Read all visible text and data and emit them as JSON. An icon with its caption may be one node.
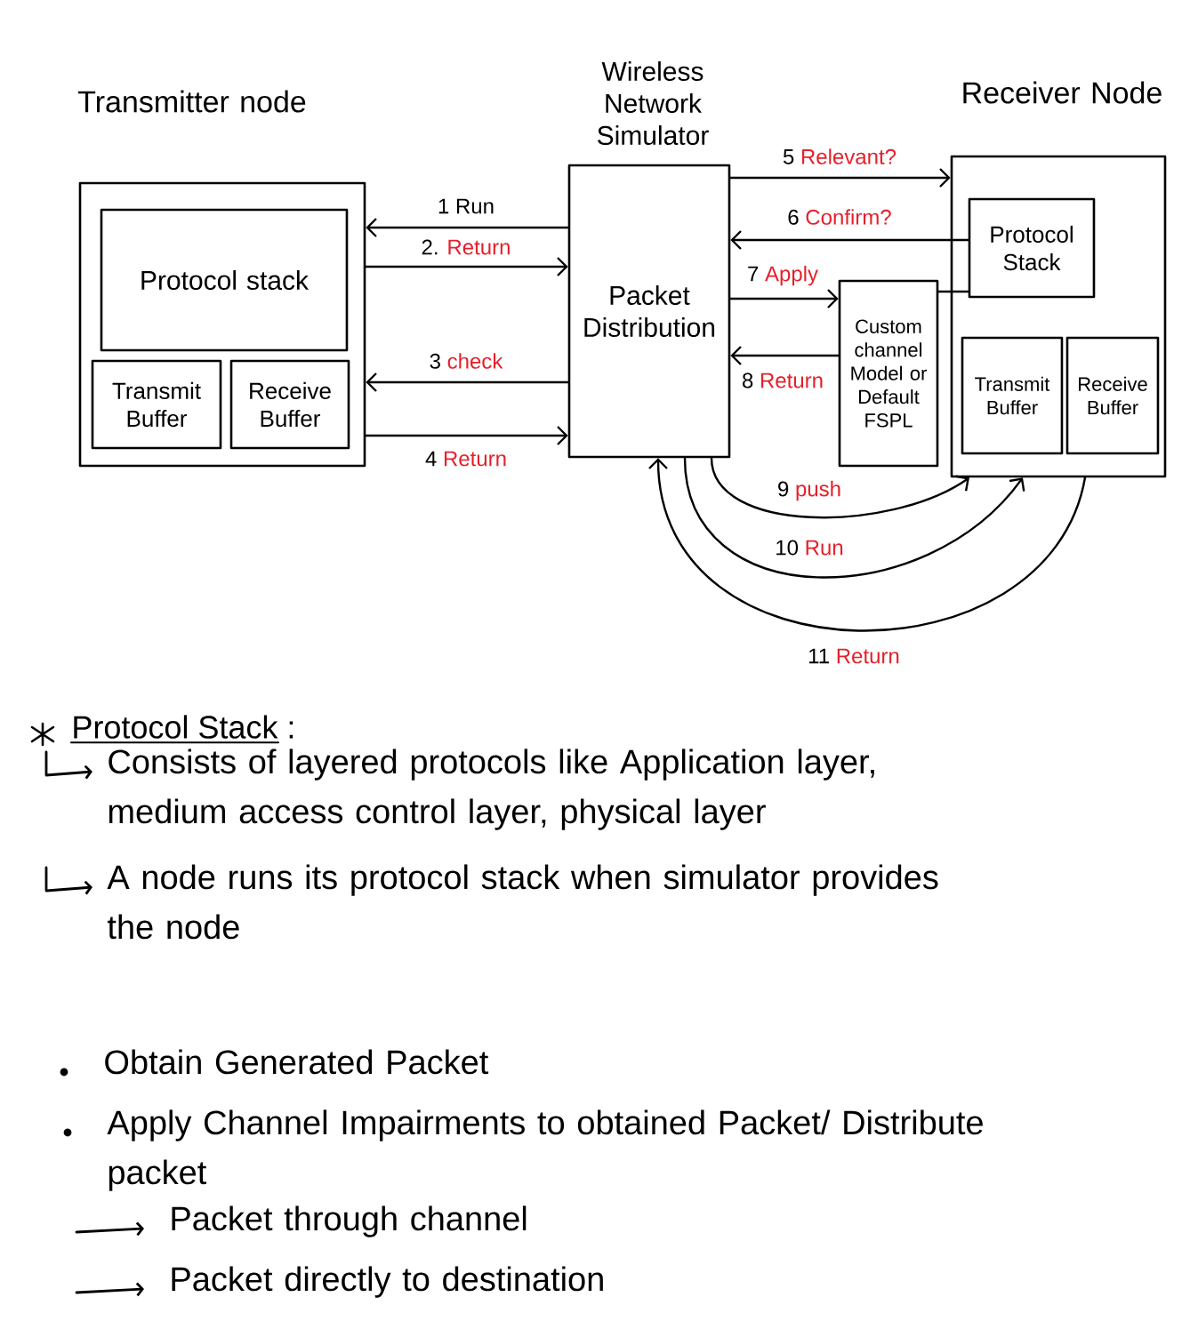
{
  "diagram": {
    "nodes": [
      {
        "text": [
          "Transmitter node"
        ]
      },
      {
        "text": [
          "Protocol stack"
        ],
        "in": 0
      },
      {
        "text": [
          "Transmit Buffer"
        ],
        "in": 0
      },
      {
        "text": [
          "Receive Buffer"
        ],
        "in": 0
      },
      {
        "text": [
          "Wireless Network Simulator",
          "Packet Distribution"
        ]
      },
      {
        "text": [
          "Custom channel Model or Default FSPL"
        ]
      },
      {
        "text": [
          "Receiver Node"
        ]
      },
      {
        "text": [
          "Protocol Stack"
        ],
        "in": 6
      },
      {
        "text": [
          "Transmit Buffer"
        ],
        "in": 6
      },
      {
        "text": [
          "Receive Buffer"
        ],
        "in": 6
      }
    ],
    "edges": [
      {
        "from": 4,
        "to": 0,
        "arrow": "to",
        "label": "1 Run"
      },
      {
        "from": 0,
        "to": 4,
        "arrow": "to",
        "label": "2. Return"
      },
      {
        "from": 4,
        "to": 0,
        "arrow": "to",
        "label": "3 check"
      },
      {
        "from": 0,
        "to": 4,
        "arrow": "to",
        "label": "4 Return"
      },
      {
        "from": 4,
        "to": 6,
        "arrow": "to",
        "label": "5 Relevant?"
      },
      {
        "from": 7,
        "to": 4,
        "arrow": "to",
        "label": "6 Confirm?"
      },
      {
        "from": 4,
        "to": 5,
        "arrow": "to",
        "label": "7 Apply"
      },
      {
        "from": 5,
        "to": 4,
        "arrow": "to",
        "label": "8 Return"
      },
      {
        "from": 4,
        "to": 6,
        "arrow": "to",
        "label": "9 push"
      },
      {
        "from": 4,
        "to": 6,
        "arrow": "to",
        "label": "10 Run"
      },
      {
        "from": 6,
        "to": 4,
        "arrow": "to",
        "label": "11 Return"
      },
      {
        "from": 5,
        "to": 7,
        "arrow": "none"
      }
    ],
    "labels": [
      "Protocol Stack :",
      "Consists of layered protocols like Application layer, medium access control layer, physical layer",
      "A node runs its protocol stack when simulator provides the node",
      "Obtain Generated Packet",
      "Apply Channel Impairments to obtained Packet/ Distribute packet",
      "Packet through channel",
      "Packet directly to destination"
    ]
  }
}
